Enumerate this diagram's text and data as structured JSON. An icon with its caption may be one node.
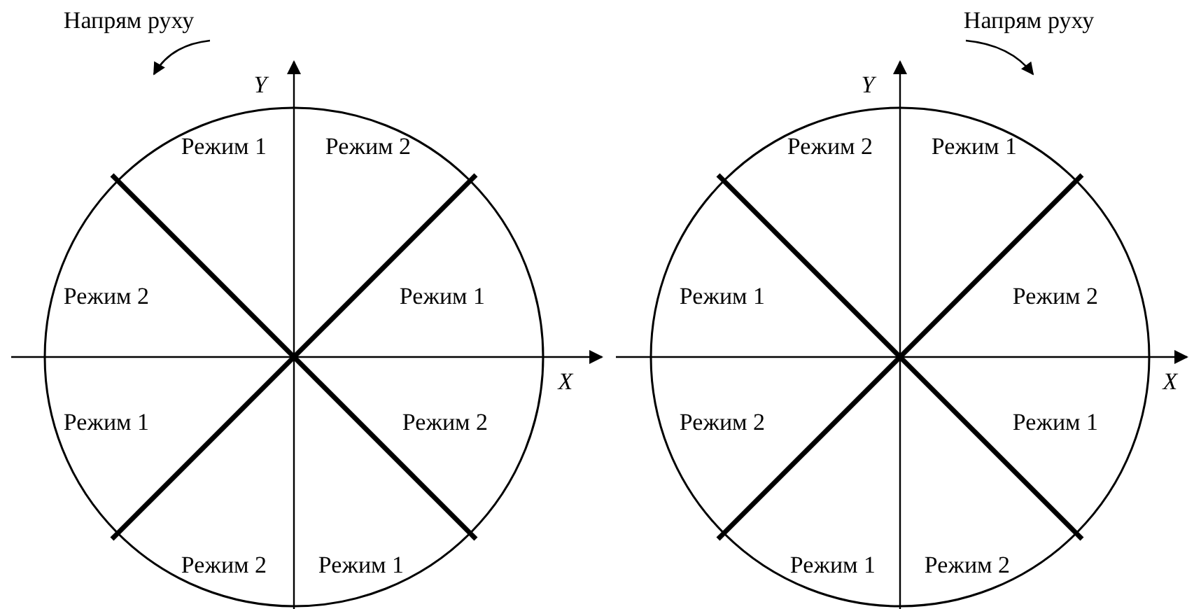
{
  "diagram": {
    "labels": [
      "Напрям руху",
      "Напрям руху",
      "Y",
      "Y",
      "Режим 1",
      "Режим 2",
      "Режим 2",
      "Режим 1",
      "Режим 1",
      "Режим 2",
      "Режим 2",
      "Режим 1",
      "Режим 2",
      "Режим 1",
      "Режим 1",
      "Режим 2",
      "Режим 2",
      "Режим 1",
      "Режим 1",
      "Режим 2",
      "X",
      "X"
    ]
  }
}
